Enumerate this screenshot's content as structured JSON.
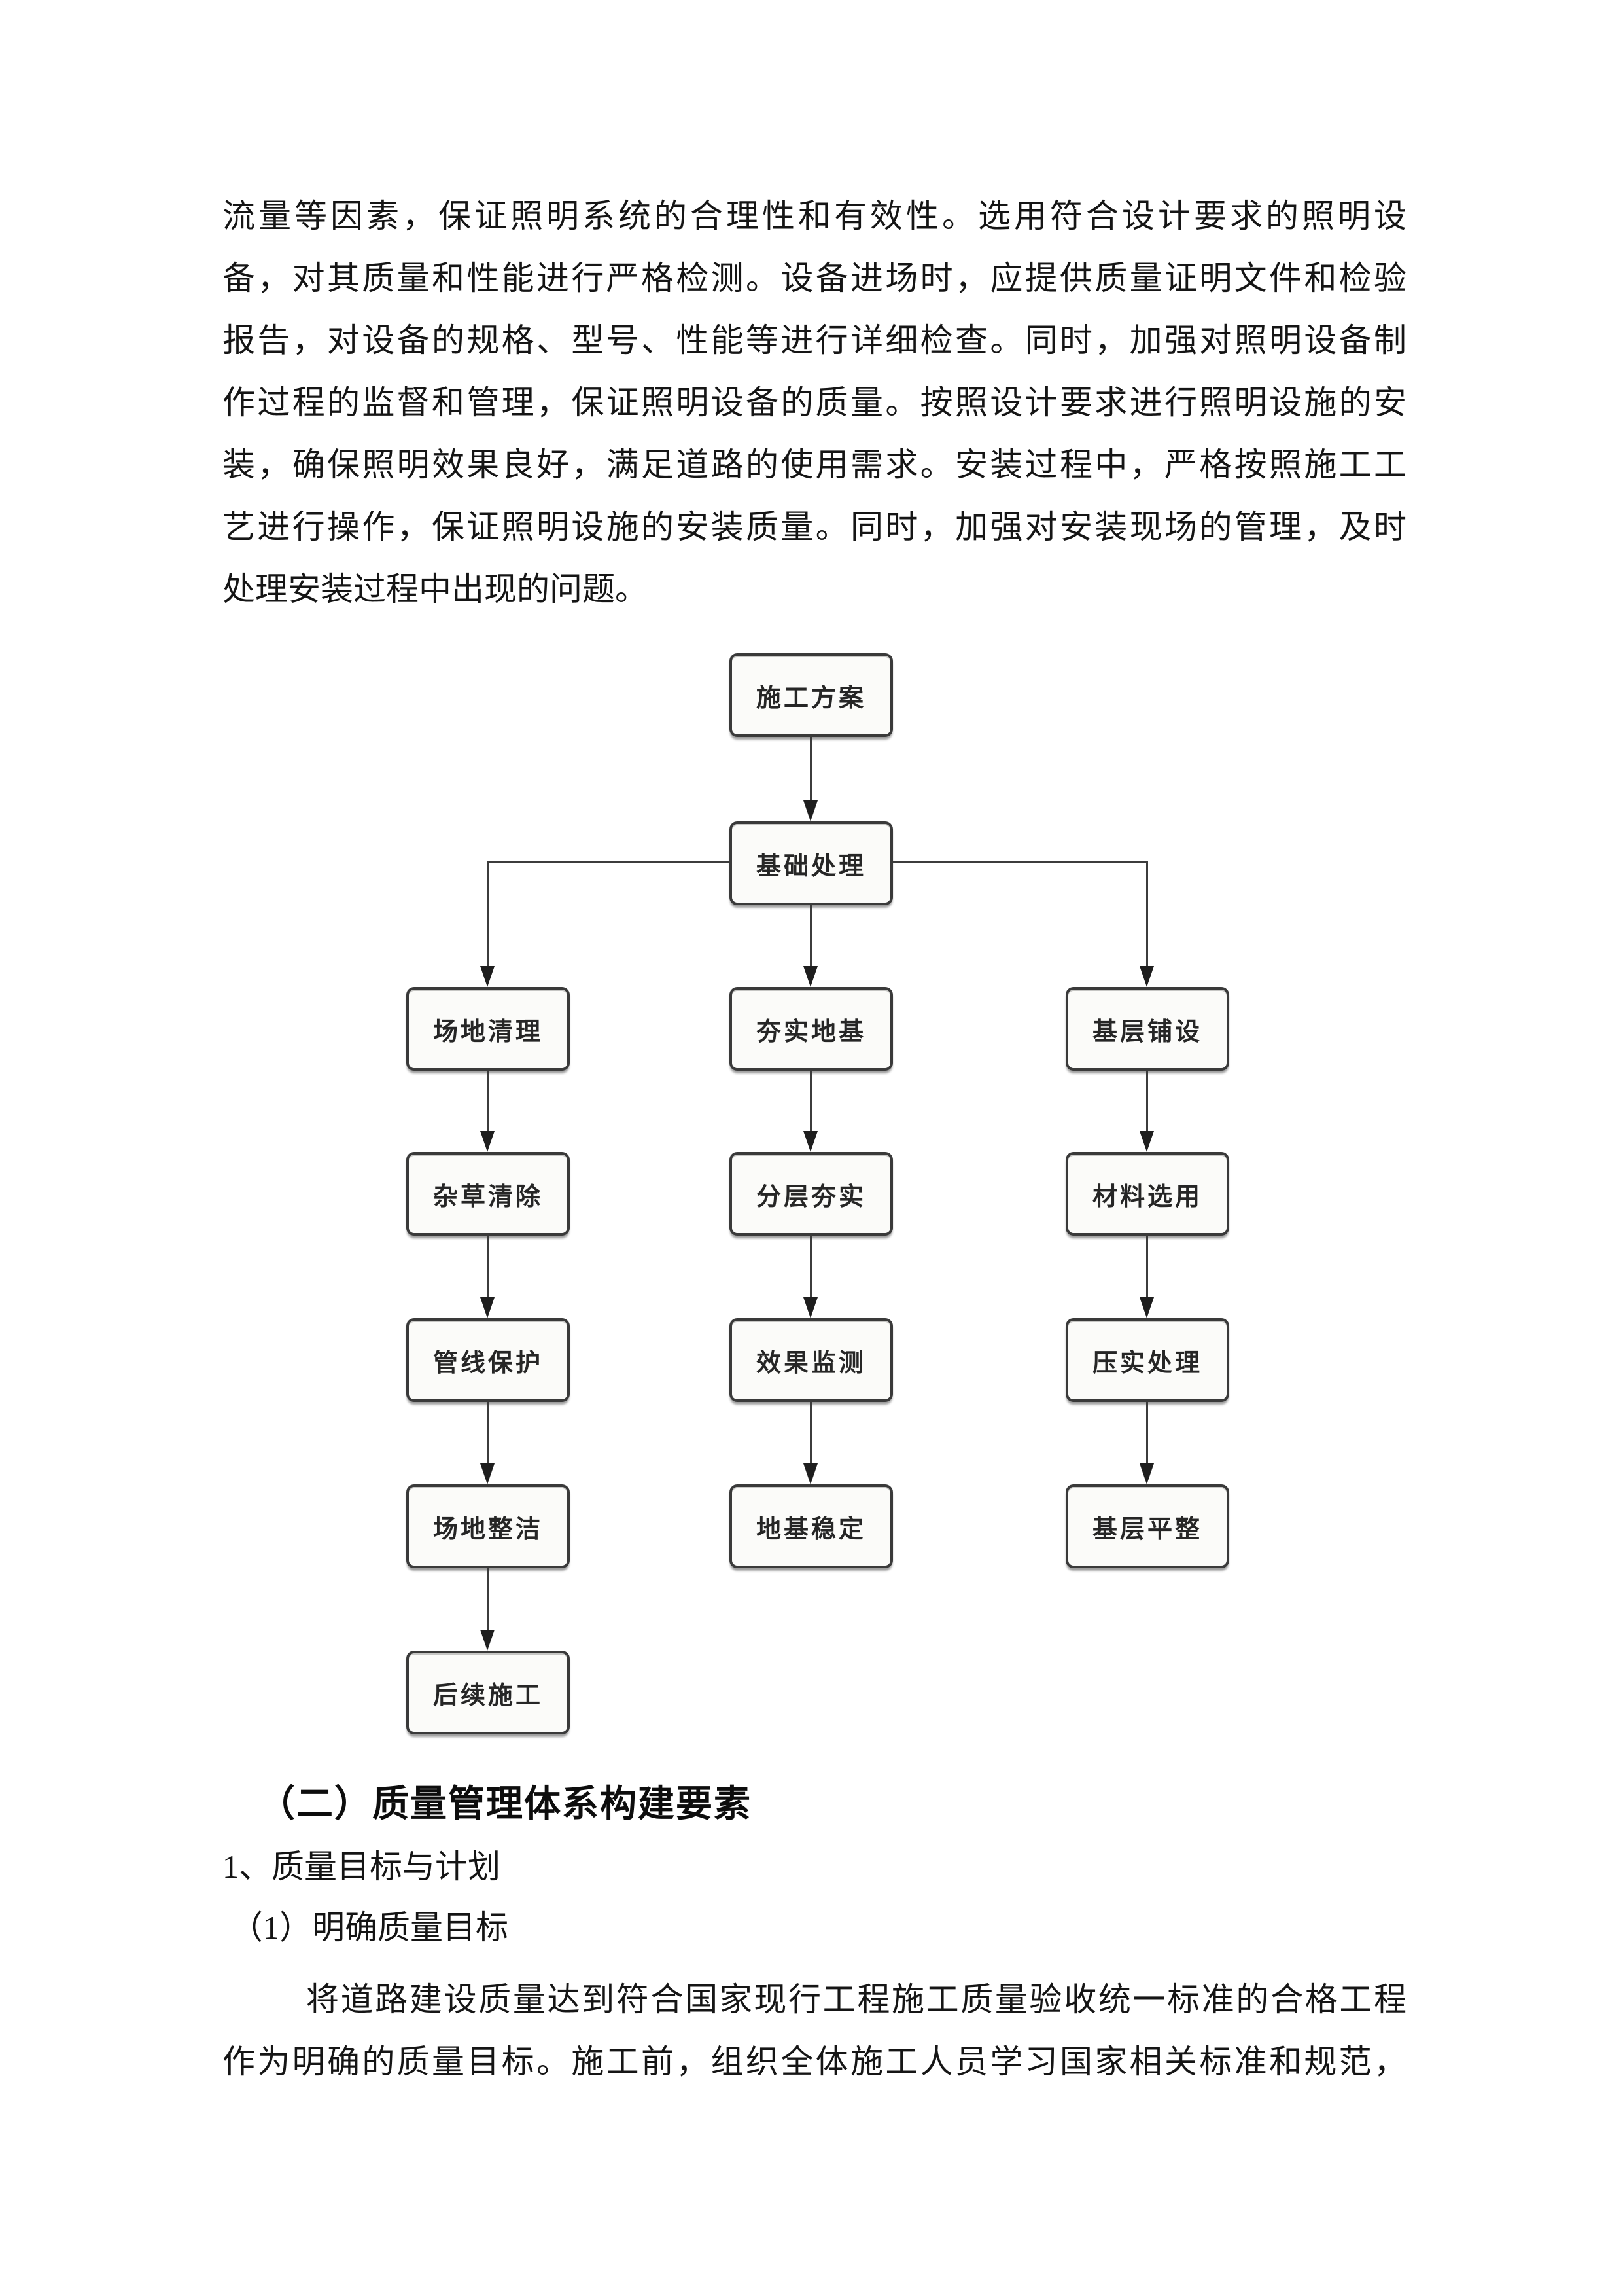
{
  "paragraph1": {
    "lines": [
      "流量等因素，保证照明系统的合理性和有效性。选用符合设计要求的照明设",
      "备，对其质量和性能进行严格检测。设备进场时，应提供质量证明文件和检验",
      "报告，对设备的规格、型号、性能等进行详细检查。同时，加强对照明设备制",
      "作过程的监督和管理，保证照明设备的质量。按照设计要求进行照明设施的安",
      "装，确保照明效果良好，满足道路的使用需求。安装过程中，严格按照施工工",
      "艺进行操作，保证照明设施的安装质量。同时，加强对安装现场的管理，及时",
      "处理安装过程中出现的问题。"
    ]
  },
  "flowchart": {
    "type": "flow-diagram",
    "root": "施工方案",
    "hub": "基础处理",
    "columns": [
      {
        "steps": [
          "场地清理",
          "杂草清除",
          "管线保护",
          "场地整洁",
          "后续施工"
        ]
      },
      {
        "steps": [
          "夯实地基",
          "分层夯实",
          "效果监测",
          "地基稳定"
        ]
      },
      {
        "steps": [
          "基层铺设",
          "材料选用",
          "压实处理",
          "基层平整"
        ]
      }
    ],
    "box_fill": "#fbfbf9",
    "box_border": "#3a3a3a",
    "line_color": "#3c3c3c"
  },
  "sections": {
    "heading": "（二）质量管理体系构建要素",
    "sub1": "1、质量目标与计划",
    "sub2": "（1）明确质量目标"
  },
  "paragraph2": {
    "lines": [
      "将道路建设质量达到符合国家现行工程施工质量验收统一标准的合格工程",
      "作为明确的质量目标。施工前，组织全体施工人员学习国家相关标准和规范，"
    ]
  }
}
